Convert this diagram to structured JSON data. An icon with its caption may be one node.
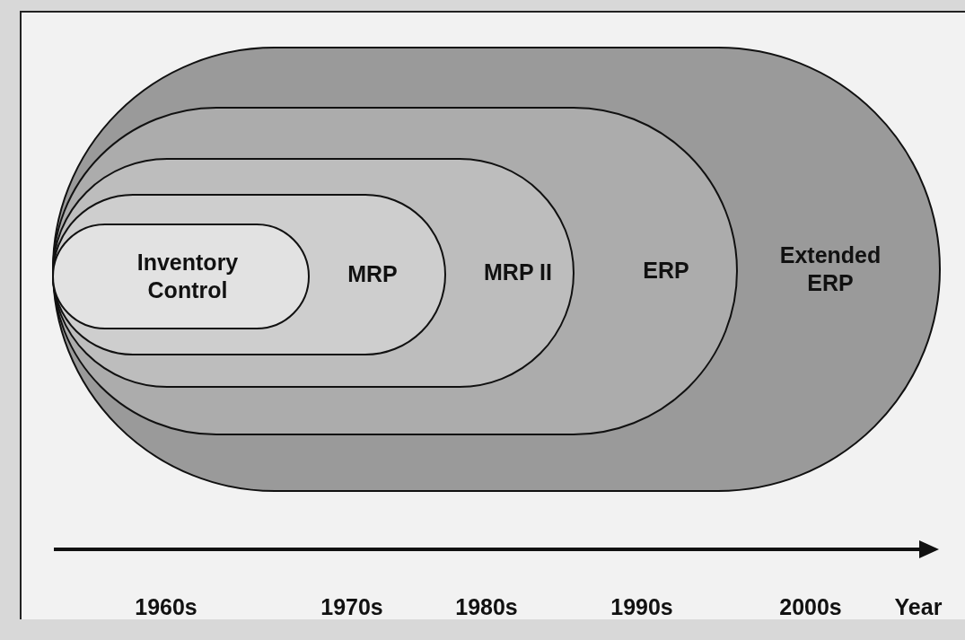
{
  "diagram": {
    "nodes": [
      {
        "text": [
          "Extended ERP"
        ]
      },
      {
        "text": [
          "ERP"
        ],
        "in": 0
      },
      {
        "text": [
          "MRP II"
        ],
        "in": 1
      },
      {
        "text": [
          "MRP"
        ],
        "in": 2
      },
      {
        "text": [
          "Inventory Control"
        ],
        "in": 3
      }
    ],
    "labels": [
      "1960s",
      "1970s",
      "1980s",
      "1990s",
      "2000s",
      "Year"
    ]
  }
}
